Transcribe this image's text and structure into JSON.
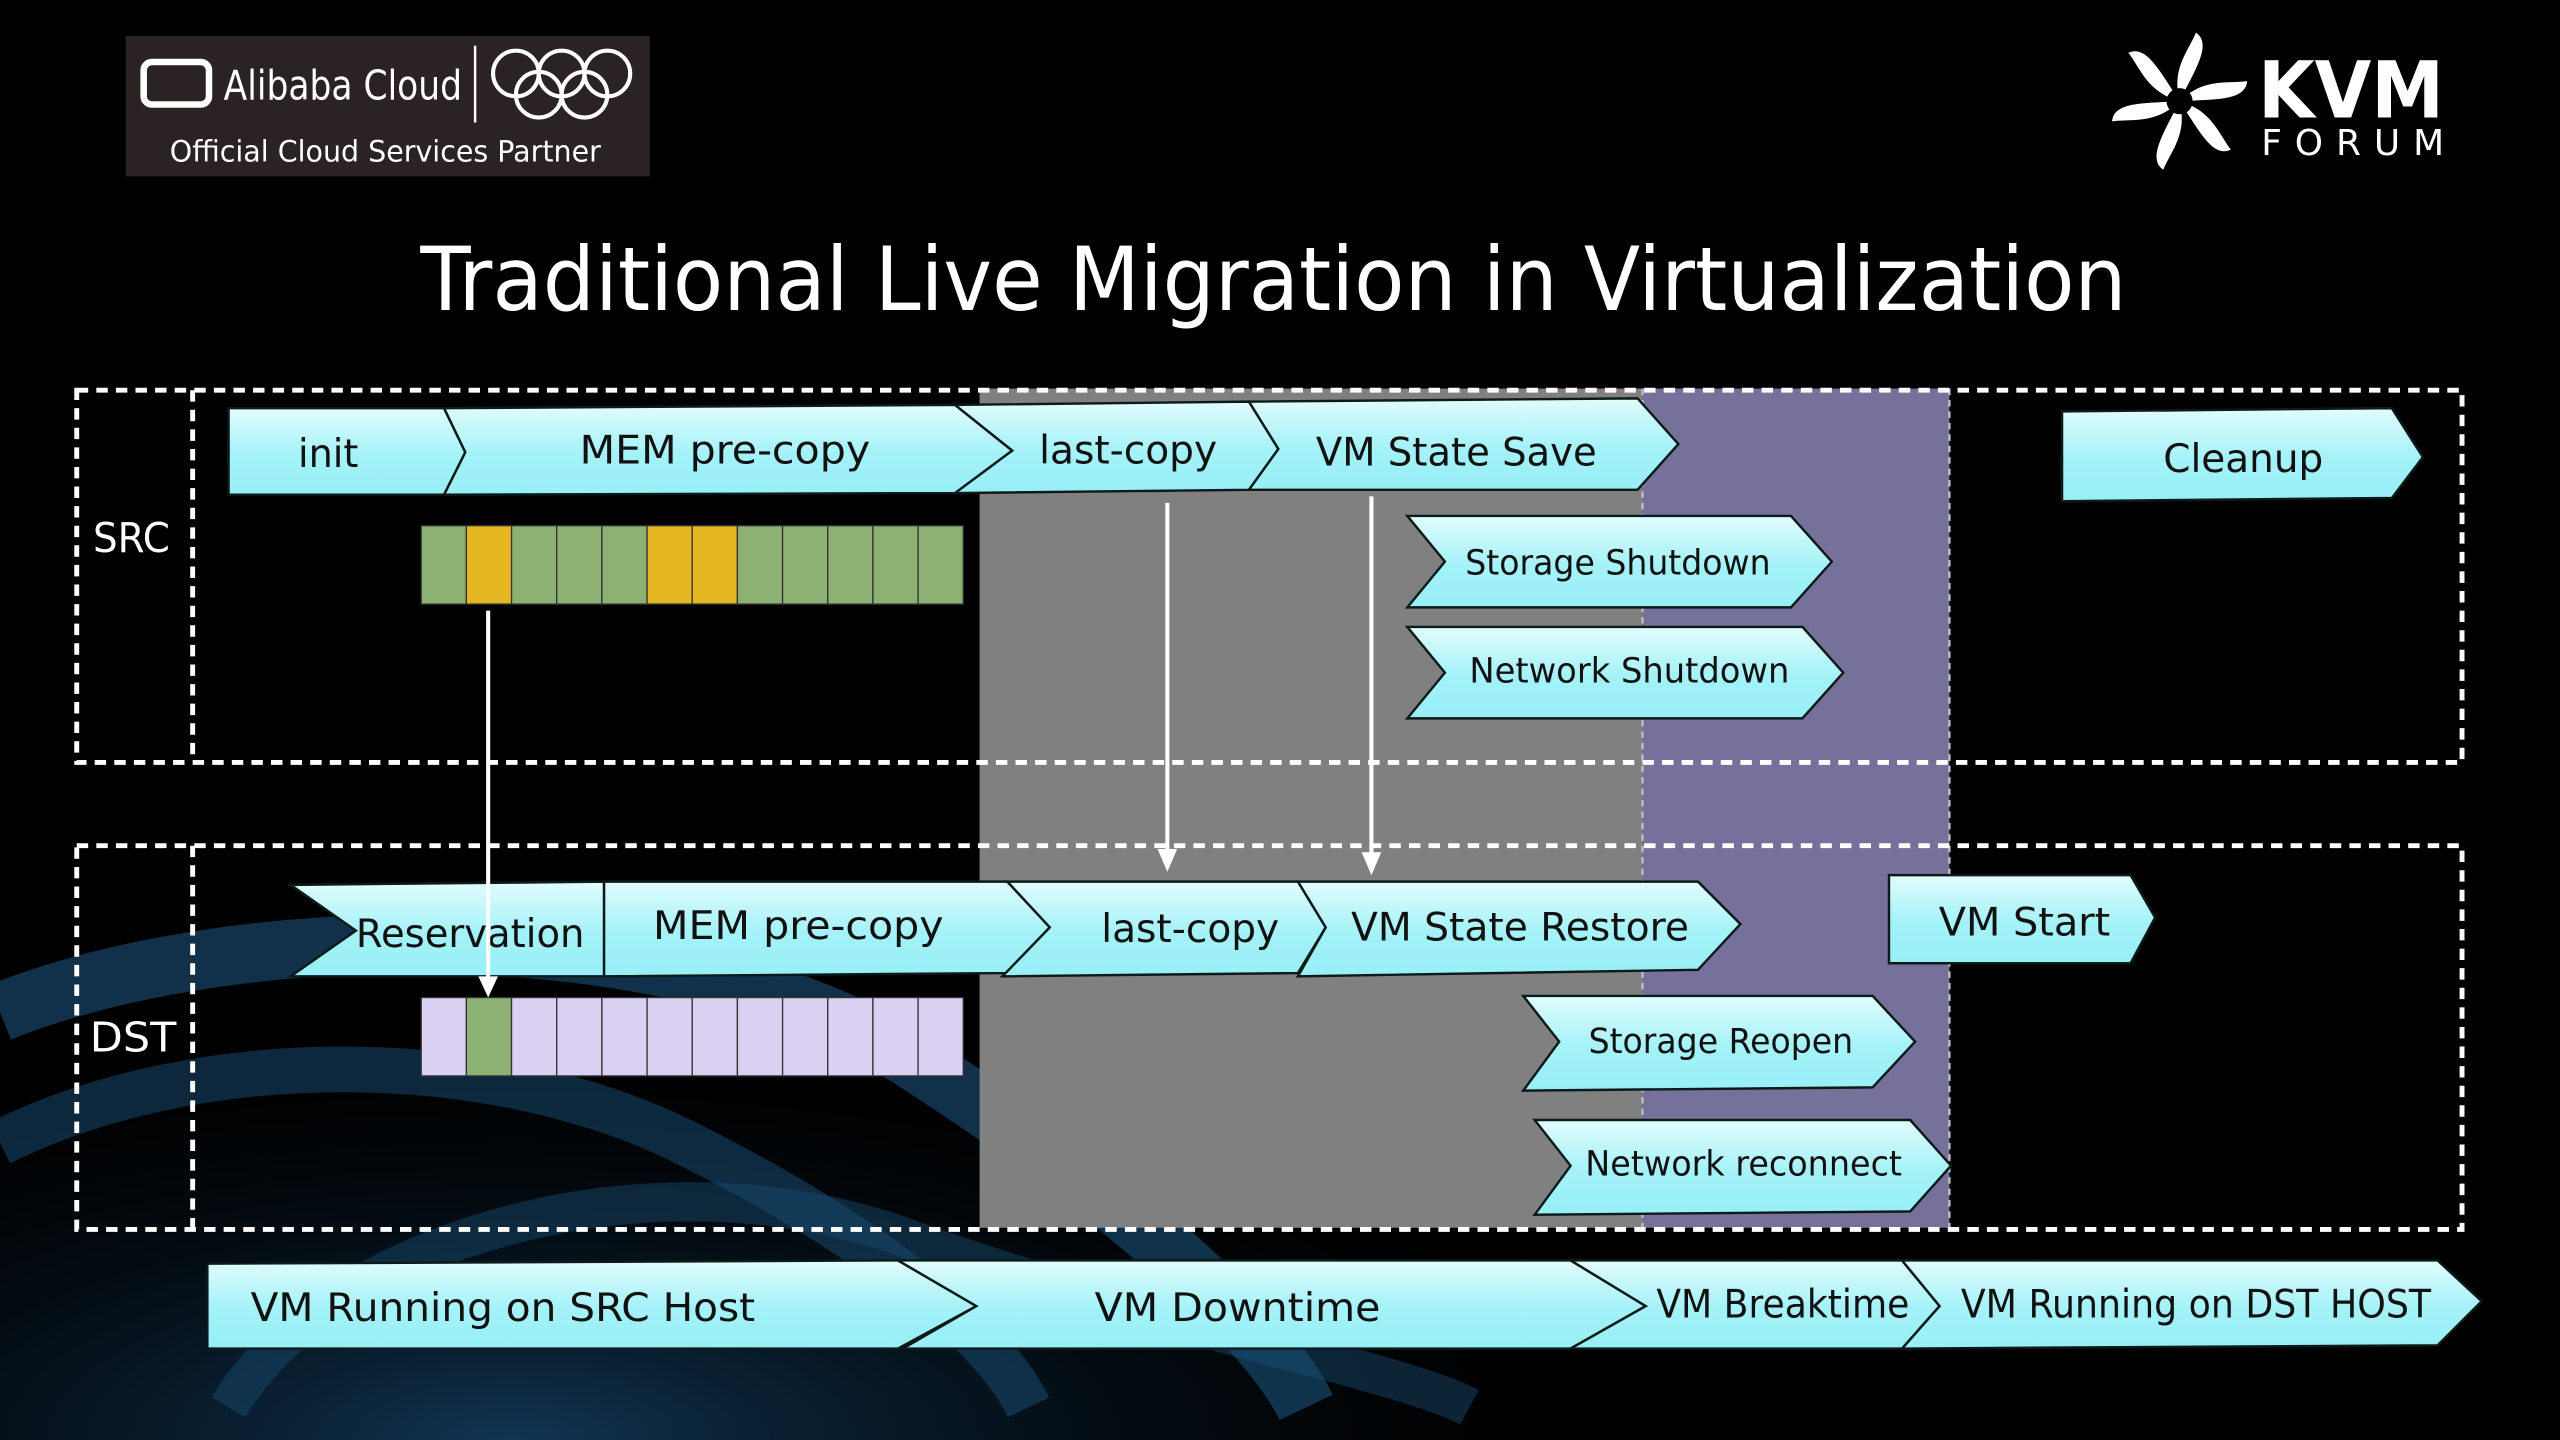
{
  "title": "Traditional Live Migration in Virtualization",
  "logos": {
    "alibaba_name": "Alibaba Cloud",
    "alibaba_tagline": "Official Cloud Services Partner",
    "kvm_name": "KVM",
    "kvm_sub": "FORUM"
  },
  "src": {
    "label": "SRC",
    "stages": [
      "init",
      "MEM pre-copy",
      "last-copy",
      "VM State Save"
    ],
    "cleanup": "Cleanup",
    "sub_tasks": [
      "Storage Shutdown",
      "Network Shutdown"
    ],
    "memory_pages": [
      "clean",
      "dirty",
      "clean",
      "clean",
      "clean",
      "dirty",
      "dirty",
      "clean",
      "clean",
      "clean",
      "clean",
      "clean"
    ]
  },
  "dst": {
    "label": "DST",
    "stages": [
      "Reservation",
      "MEM pre-copy",
      "last-copy",
      "VM State Restore"
    ],
    "start": "VM Start",
    "sub_tasks": [
      "Storage Reopen",
      "Network reconnect"
    ],
    "memory_pages": [
      "empty",
      "copied",
      "empty",
      "empty",
      "empty",
      "empty",
      "empty",
      "empty",
      "empty",
      "empty",
      "empty",
      "empty"
    ]
  },
  "timeline": [
    "VM Running on SRC Host",
    "VM Downtime",
    "VM Breaktime",
    "VM Running on DST HOST"
  ],
  "colors": {
    "clean": "#8db173",
    "dirty": "#e5b823",
    "empty": "#d9d0f2",
    "copied": "#8db173",
    "downtime_region": "#808080",
    "breaktime_region": "#76719a"
  }
}
